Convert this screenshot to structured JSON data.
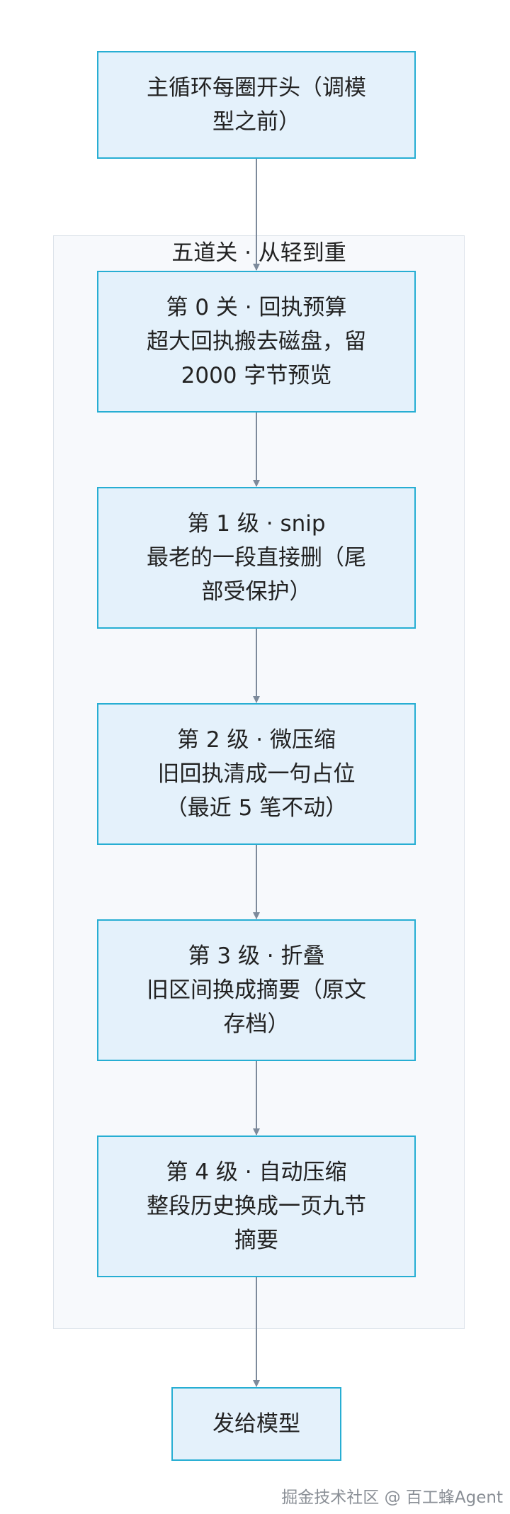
{
  "diagram": {
    "start": {
      "lines": [
        "主循环每圈开头（调模",
        "型之前）"
      ]
    },
    "group": {
      "title": "五道关 · 从轻到重"
    },
    "stages": [
      {
        "lines": [
          "第 0 关 · 回执预算",
          "超大回执搬去磁盘，留",
          "2000 字节预览"
        ]
      },
      {
        "lines": [
          "第 1 级 · snip",
          "最老的一段直接删（尾",
          "部受保护）"
        ]
      },
      {
        "lines": [
          "第 2 级 · 微压缩",
          "旧回执清成一句占位",
          "（最近 5 笔不动）"
        ]
      },
      {
        "lines": [
          "第 3 级 · 折叠",
          "旧区间换成摘要（原文",
          "存档）"
        ]
      },
      {
        "lines": [
          "第 4 级 · 自动压缩",
          "整段历史换成一页九节",
          "摘要"
        ]
      }
    ],
    "end": {
      "lines": [
        "发给模型"
      ]
    },
    "watermark": "掘金技术社区 @ 百工蜂Agent"
  },
  "colors": {
    "node_fill": "#e4f1fb",
    "node_border": "#27aed3",
    "group_fill": "#f7f9fc",
    "group_border": "#dde3ea",
    "arrow": "#7d8a9b",
    "text": "#222222"
  }
}
